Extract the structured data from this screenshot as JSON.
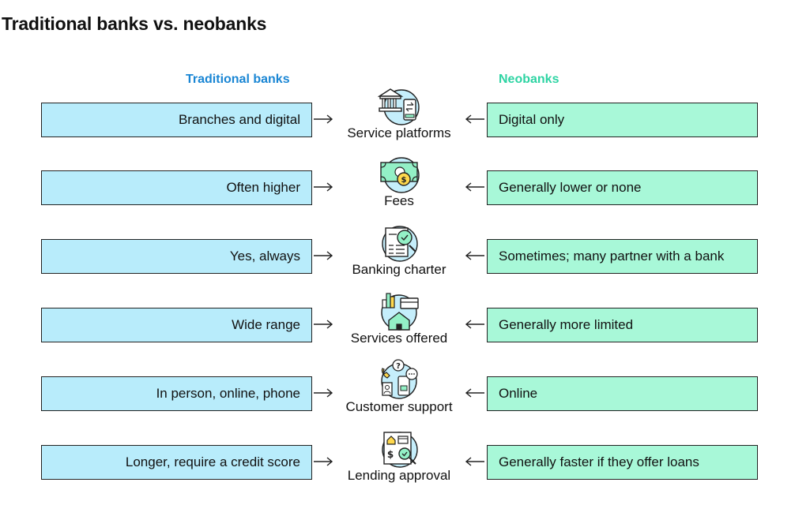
{
  "title": "Traditional banks vs. neobanks",
  "colors": {
    "traditional": "#b8ecfb",
    "neobank": "#a8f8d8",
    "traditional_heading": "#1a86d4",
    "neobank_heading": "#2ed4a3",
    "icon_fill": "#c5eefb",
    "icon_accent": "#93f0c6"
  },
  "columns": {
    "left": "Traditional banks",
    "right": "Neobanks"
  },
  "rows": [
    {
      "label": "Service platforms",
      "left": "Branches and digital",
      "right": "Digital only",
      "icon": "bank-building-phone-icon"
    },
    {
      "label": "Fees",
      "left": "Often higher",
      "right": "Generally lower or none",
      "icon": "cash-bill-icon"
    },
    {
      "label": "Banking charter",
      "left": "Yes, always",
      "right": "Sometimes; many partner with a bank",
      "icon": "document-check-icon"
    },
    {
      "label": "Services offered",
      "left": "Wide range",
      "right": "Generally more limited",
      "icon": "services-house-card-icon"
    },
    {
      "label": "Customer support",
      "left": "In person, online, phone",
      "right": "Online",
      "icon": "phone-chat-icon"
    },
    {
      "label": "Lending approval",
      "left": "Longer, require a credit score",
      "right": "Generally faster if they offer loans",
      "icon": "loan-document-icon"
    }
  ]
}
